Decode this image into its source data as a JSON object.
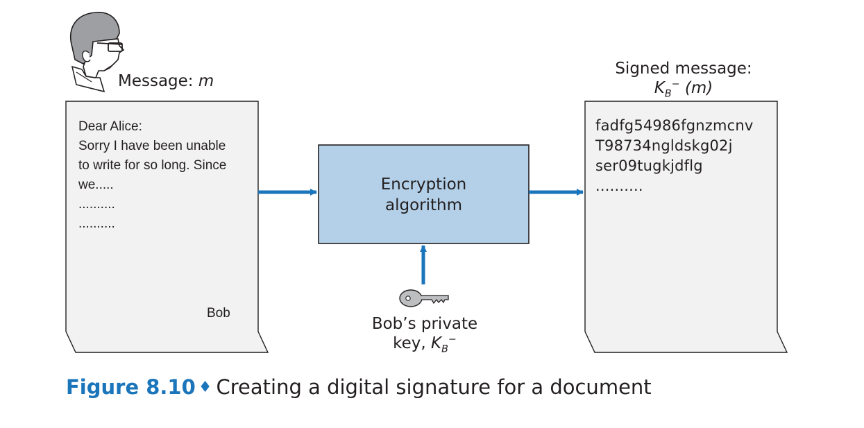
{
  "sender_message_label": {
    "text": "Message: ",
    "var": "m"
  },
  "letter": {
    "lines": [
      "Dear Alice:",
      "Sorry I have been unable",
      "to write for so long. Since",
      "we.....",
      "..........",
      ".........."
    ],
    "signature": "Bob"
  },
  "encryption_box": {
    "line1": "Encryption",
    "line2": "algorithm",
    "fill": "#b3d0e8"
  },
  "private_key_label": {
    "line1": "Bob’s private",
    "line2_prefix": "key, ",
    "key_symbol": "K",
    "key_sub": "B",
    "key_sup": "−"
  },
  "signed_message_label": {
    "line1": "Signed message:",
    "key_symbol": "K",
    "key_sub": "B",
    "key_sup": "−",
    "arg": "(m)"
  },
  "signed_doc": {
    "lines": [
      "fadfg54986fgnzmcnv",
      "T98734ngldskg02j",
      "ser09tugkjdflg",
      ".........."
    ]
  },
  "caption": {
    "number": "Figure 8.10",
    "separator": "♦",
    "text": "Creating a digital signature for a document"
  },
  "colors": {
    "arrow": "#1b75bb",
    "doc_fill": "#f2f2f2",
    "stroke": "#231f20",
    "caption_accent": "#1b75bb"
  },
  "icons": {
    "person": "person-head-icon",
    "key": "key-icon"
  }
}
